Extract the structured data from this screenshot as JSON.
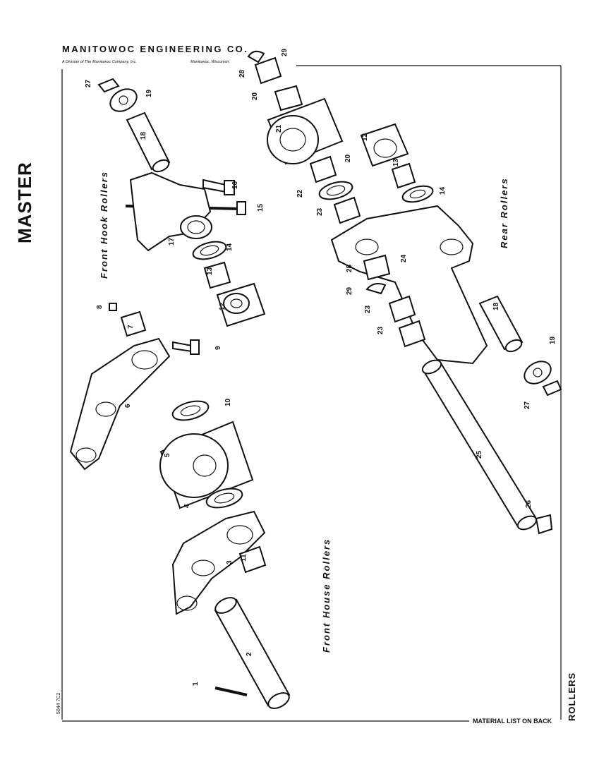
{
  "header": {
    "company": "MANITOWOC ENGINEERING CO.",
    "division": "A Division of The Manitowoc Company, Inc.",
    "location": "Manitowoc, Wisconsin"
  },
  "title": "MASTER",
  "sections": {
    "front_hook": "Front Hook Rollers",
    "rear": "Rear Rollers",
    "front_house": "Front House Rollers"
  },
  "footer": {
    "figure_number": "5044 7C2",
    "material_note": "MATERIAL LIST ON BACK",
    "page_label": "ROLLERS"
  },
  "part_numbers": {
    "p1": "1",
    "p2": "2",
    "p3": "3",
    "p4": "4",
    "p5": "5",
    "p6": "6",
    "p7": "7",
    "p8": "8",
    "p9": "9",
    "p10": "10",
    "p11": "11",
    "p12a": "12",
    "p12b": "12",
    "p13a": "13",
    "p13b": "13",
    "p14a": "14",
    "p14b": "14",
    "p15": "15",
    "p16": "16",
    "p17": "17",
    "p18a": "18",
    "p18b": "18",
    "p19a": "19",
    "p19b": "19",
    "p20a": "20",
    "p20b": "20",
    "p21": "21",
    "p22": "22",
    "p23a": "23",
    "p23b": "23",
    "p23c": "23",
    "p24": "24",
    "p25": "25",
    "p26": "26",
    "p27a": "27",
    "p27b": "27",
    "p28a": "28",
    "p28b": "28",
    "p29a": "29",
    "p29b": "29"
  }
}
